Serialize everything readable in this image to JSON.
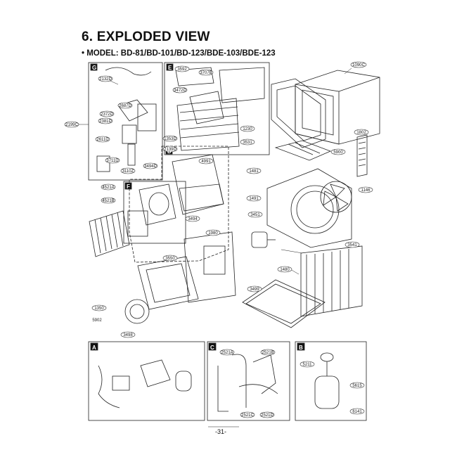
{
  "page": {
    "title": "6. EXPLODED VIEW",
    "model_line": "• MODEL: BD-81/BD-101/BD-123/BDE-103/BDE-123",
    "page_number": "-31-"
  },
  "section_tags": {
    "G": "G",
    "E": "E",
    "D": "D",
    "F": "F",
    "A": "A",
    "C": "C",
    "B": "B"
  },
  "part_labels": {
    "g1": "2132D",
    "g2": "2687D",
    "g3": "2372D",
    "g4": "2381D",
    "g5": "2611D",
    "g6": "3711D",
    "g7": "3110Z",
    "g8": "2199C",
    "e1": "3592",
    "e2": "3707B",
    "e3": "3472D",
    "e4": "1230",
    "e5": "3531",
    "d1": "1353D",
    "d2": "2139D",
    "d3": "3494D",
    "d4": "4991",
    "r1": "1090C",
    "r2": "1802",
    "r3": "5900",
    "r4": "1481",
    "r5": "1146",
    "r6": "1491",
    "r7": "3494",
    "r8": "3451",
    "r9": "3499",
    "r10": "3541",
    "r11": "5902",
    "r12": "1480",
    "m1": "3550",
    "m2": "3498",
    "m3": "1350",
    "m4": "1980",
    "b1": "4521A",
    "b2": "4521B",
    "b3": "5211",
    "c1": "2521A",
    "c2": "2521B",
    "c3": "2521C",
    "c4": "2521D",
    "k1": "5615",
    "k2": "6141"
  }
}
